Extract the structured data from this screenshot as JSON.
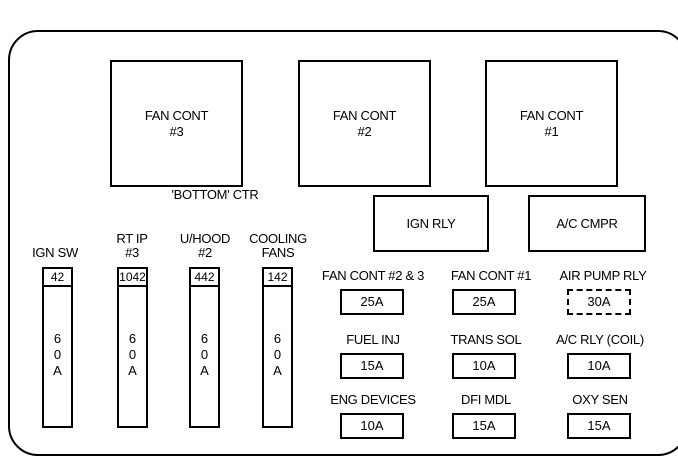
{
  "relays": {
    "fan_cont_3": "FAN CONT\n#3",
    "fan_cont_2": "FAN CONT\n#2",
    "fan_cont_1": "FAN CONT\n#1",
    "ign_rly": "IGN RLY",
    "ac_cmpr": "A/C CMPR"
  },
  "bottom_ctr": "'BOTTOM' CTR",
  "maxi_fuses": [
    {
      "label": "IGN SW",
      "number": "42",
      "amps": "6\n0\nA"
    },
    {
      "label": "RT IP\n#3",
      "number": "1042",
      "amps": "6\n0\nA"
    },
    {
      "label": "U/HOOD\n#2",
      "number": "442",
      "amps": "6\n0\nA"
    },
    {
      "label": "COOLING\nFANS",
      "number": "142",
      "amps": "6\n0\nA"
    }
  ],
  "mini_fuses": [
    {
      "label": "FAN CONT #2 & 3",
      "value": "25A"
    },
    {
      "label": "FAN CONT #1",
      "value": "25A"
    },
    {
      "label": "AIR PUMP RLY",
      "value": "30A"
    },
    {
      "label": "FUEL INJ",
      "value": "15A"
    },
    {
      "label": "TRANS SOL",
      "value": "10A"
    },
    {
      "label": "A/C RLY (COIL)",
      "value": "10A"
    },
    {
      "label": "ENG DEVICES",
      "value": "10A"
    },
    {
      "label": "DFI MDL",
      "value": "15A"
    },
    {
      "label": "OXY SEN",
      "value": "15A"
    }
  ]
}
